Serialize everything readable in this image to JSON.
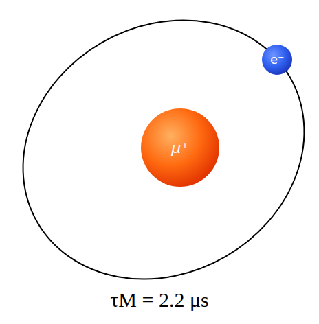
{
  "diagram": {
    "caption": "τM = 2.2 μs",
    "nodes": [
      {
        "text": [
          "μ⁺"
        ]
      },
      {
        "text": [
          "e⁻"
        ]
      }
    ]
  }
}
